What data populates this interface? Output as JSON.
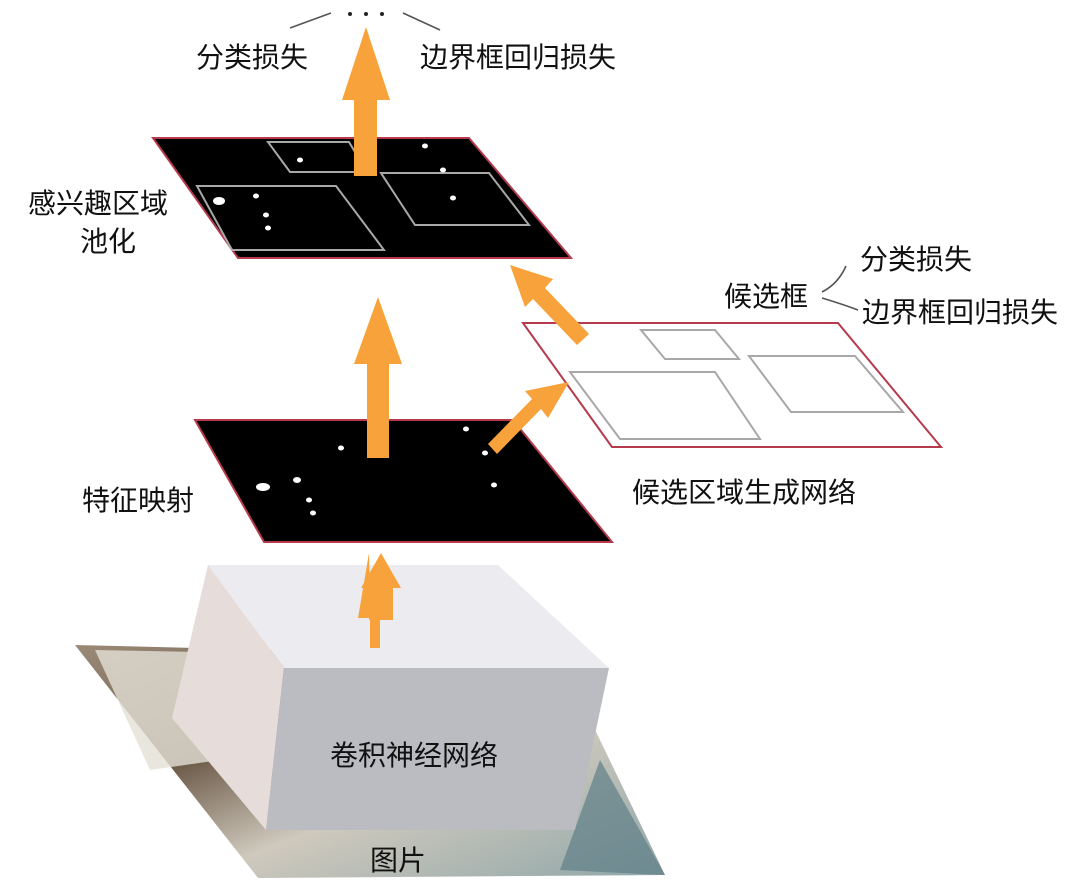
{
  "labels": {
    "cls_loss_top": "分类损失",
    "bbox_loss_top": "边界框回归损失",
    "roi_pooling_line1": "感兴趣区域",
    "roi_pooling_line2": "池化",
    "proposals": "候选框",
    "cls_loss_right": "分类损失",
    "bbox_loss_right": "边界框回归损失",
    "feature_map": "特征映射",
    "rpn": "候选区域生成网络",
    "cnn": "卷积神经网络",
    "image": "图片"
  },
  "colors": {
    "arrow": "#f7a23a",
    "plane_dark": "#000000",
    "plane_border": "#b53a4c",
    "box_line": "#a8a8a8",
    "cube_front": "#bbbcc1",
    "cube_left": "#e6dcd9",
    "cube_top": "#ececf0"
  },
  "icons": {
    "arrow": "upward-arrow-icon",
    "connector": "leader-line"
  }
}
